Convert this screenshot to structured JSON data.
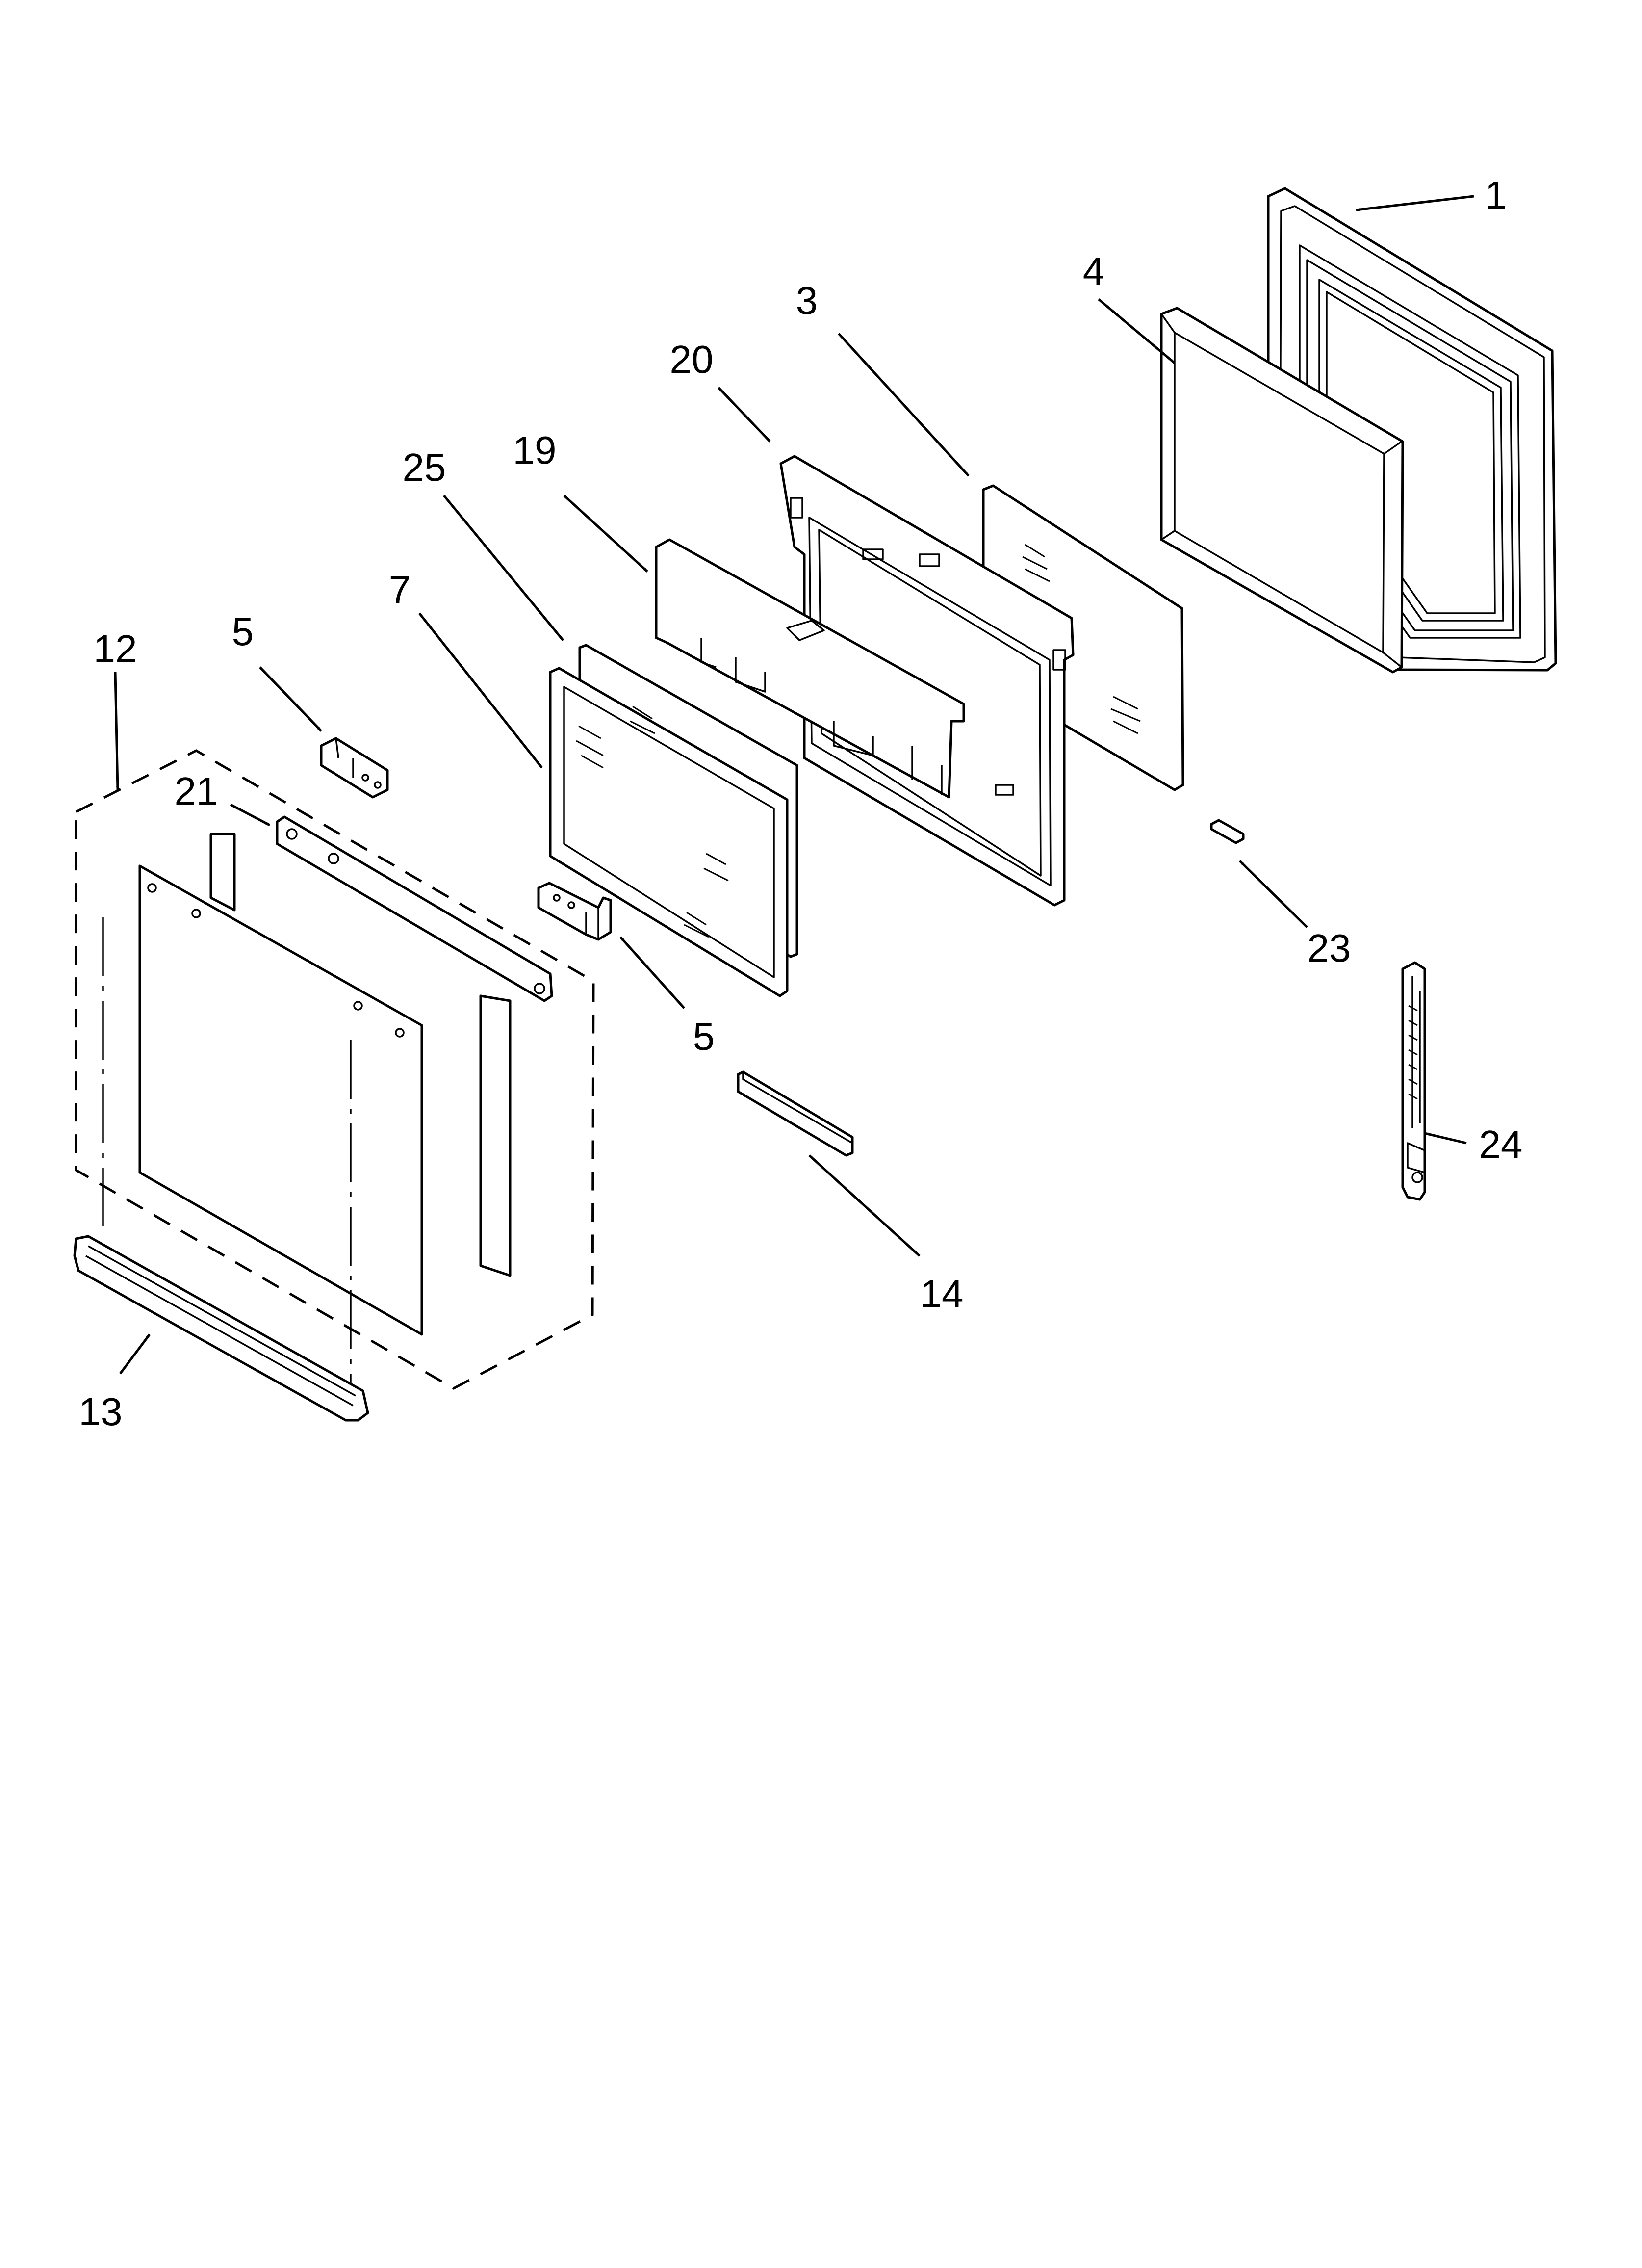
{
  "diagram": {
    "type": "exploded-parts-diagram",
    "callouts": {
      "c1": "1",
      "c3": "3",
      "c4": "4",
      "c5a": "5",
      "c5b": "5",
      "c7": "7",
      "c12": "12",
      "c13": "13",
      "c14": "14",
      "c19": "19",
      "c20": "20",
      "c21": "21",
      "c23": "23",
      "c24": "24",
      "c25": "25"
    }
  }
}
